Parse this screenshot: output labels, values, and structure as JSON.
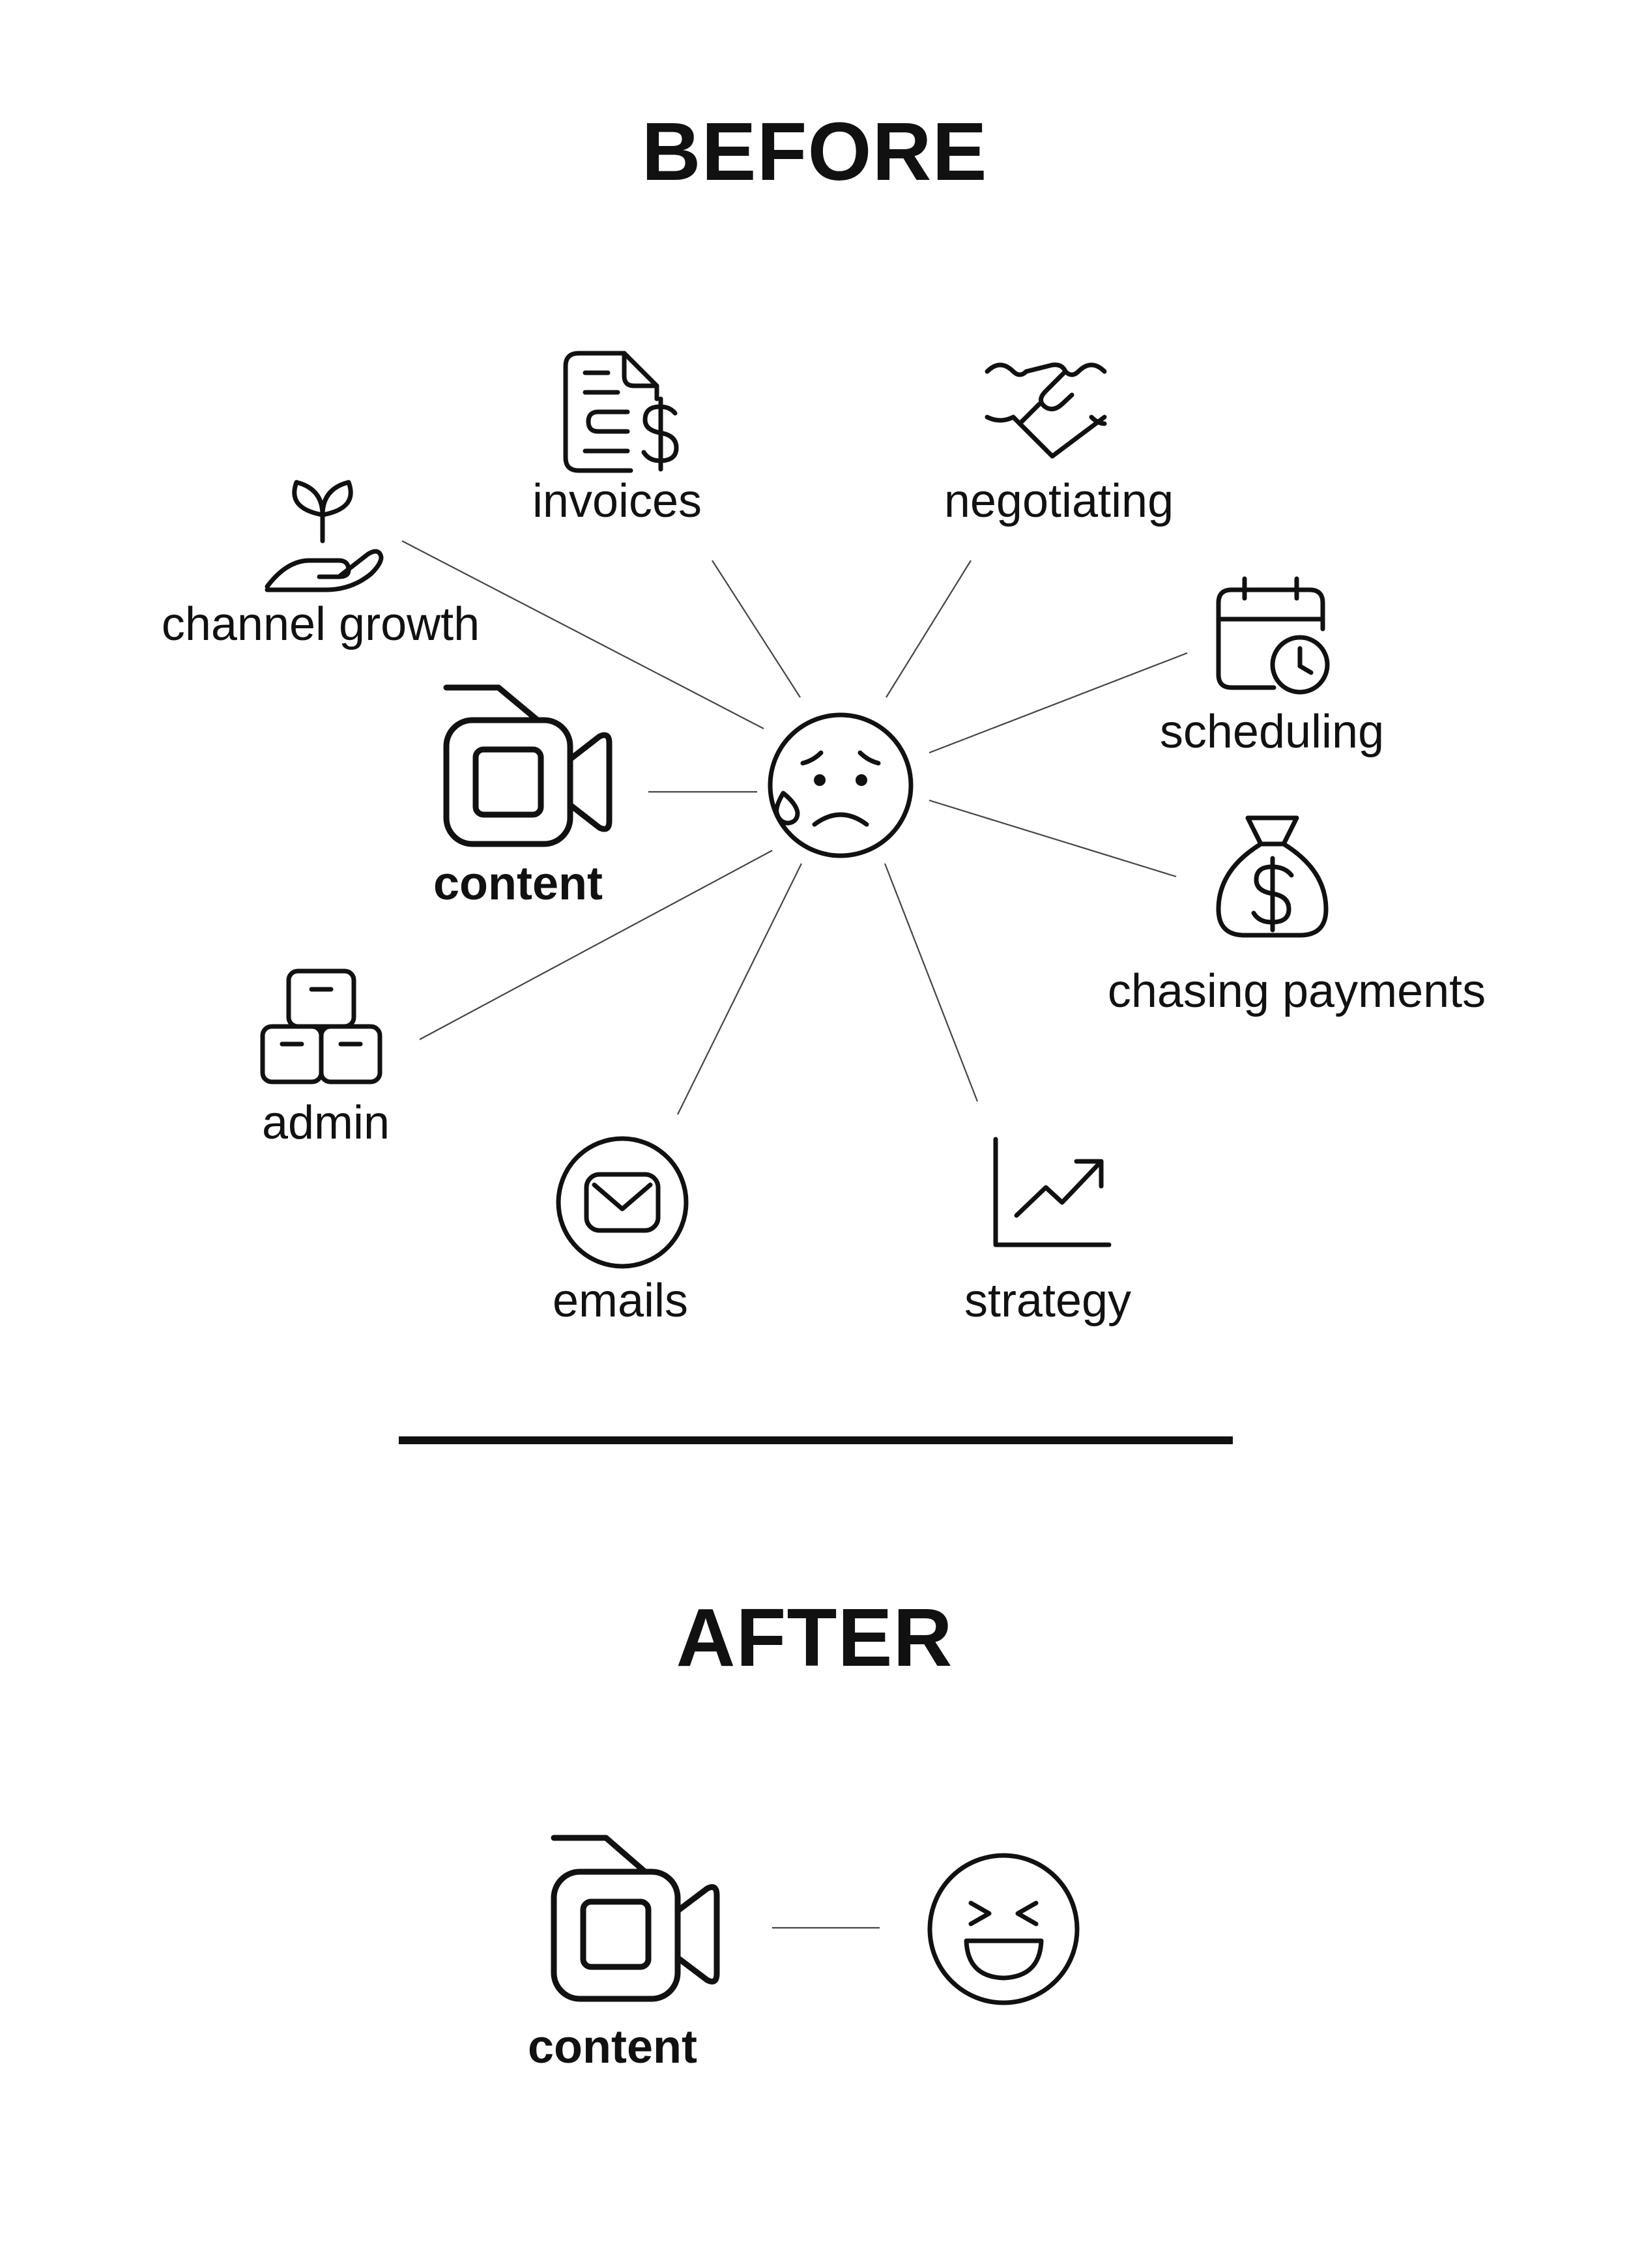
{
  "before": {
    "title": "BEFORE",
    "center_icon": "anxious-sweat-face-icon",
    "items": [
      {
        "label": "invoices",
        "icon": "invoice-document-dollar-icon"
      },
      {
        "label": "negotiating",
        "icon": "handshake-icon"
      },
      {
        "label": "channel growth",
        "icon": "hand-sprout-icon"
      },
      {
        "label": "scheduling",
        "icon": "calendar-clock-icon"
      },
      {
        "label": "content",
        "icon": "video-camera-icon",
        "emphasis": "bold"
      },
      {
        "label": "chasing payments",
        "icon": "money-bag-icon"
      },
      {
        "label": "admin",
        "icon": "stacked-boxes-icon"
      },
      {
        "label": "emails",
        "icon": "envelope-circle-icon"
      },
      {
        "label": "strategy",
        "icon": "trend-chart-icon"
      }
    ]
  },
  "after": {
    "title": "AFTER",
    "center_icon": "laughing-face-icon",
    "items": [
      {
        "label": "content",
        "icon": "video-camera-icon",
        "emphasis": "bold"
      }
    ]
  },
  "divider": true
}
